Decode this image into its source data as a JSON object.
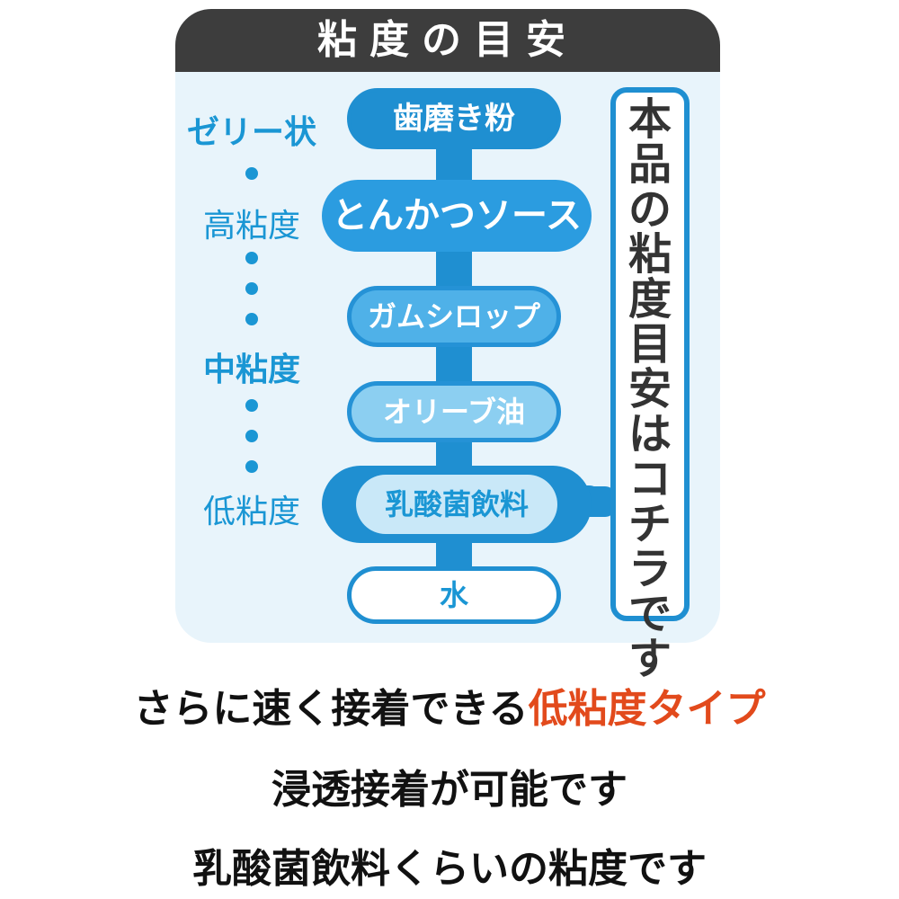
{
  "panel": {
    "title": "粘度の目安"
  },
  "scale": {
    "jelly": "ゼリー状",
    "high": "高粘度",
    "medium": "中粘度",
    "low": "低粘度"
  },
  "items": [
    {
      "label": "歯磨き粉"
    },
    {
      "label": "とんかつソース"
    },
    {
      "label": "ガムシロップ"
    },
    {
      "label": "オリーブ油"
    },
    {
      "label": "乳酸菌飲料"
    },
    {
      "label": "水"
    }
  ],
  "note": {
    "text": "本品の粘度目安はコチラです"
  },
  "bottom": {
    "line1_prefix": "さらに速く接着できる",
    "line1_accent": "低粘度タイプ",
    "line2": "浸透接着が可能です",
    "line3": "乳酸菌飲料くらいの粘度です"
  },
  "colors": {
    "header_bg": "#3d3d3d",
    "panel_bg": "#e8f4fb",
    "accent_blue": "#1a96d4",
    "accent_orange": "#e24a1c"
  }
}
